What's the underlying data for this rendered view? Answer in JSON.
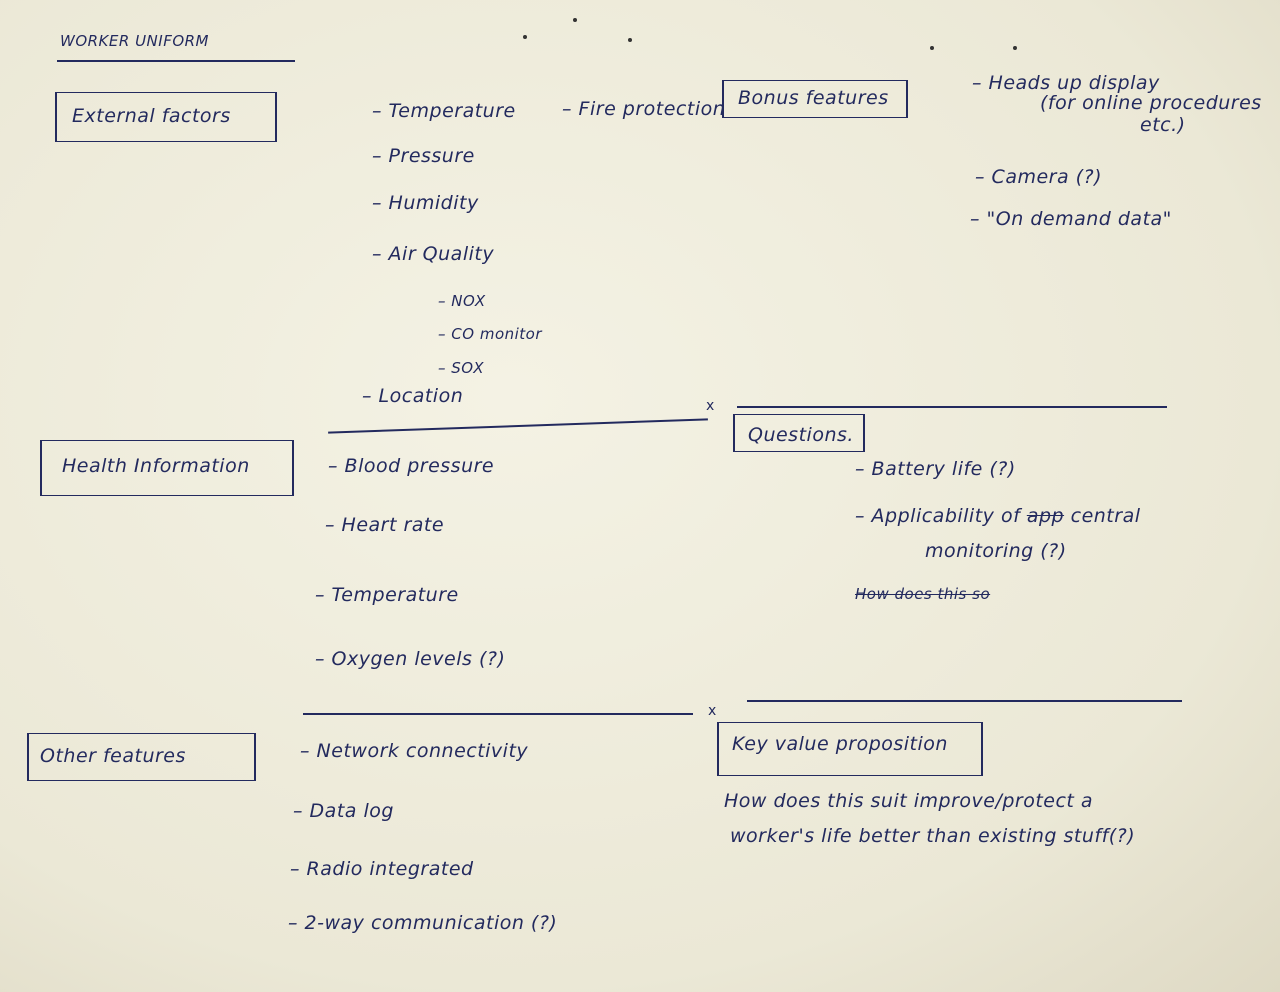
{
  "title": "WORKER UNIFORM",
  "sections": {
    "external": {
      "heading": "External factors",
      "items": [
        "Temperature",
        "Pressure",
        "Humidity",
        "Air Quality",
        "Location"
      ],
      "sub_items": [
        "NOX",
        "CO monitor",
        "SOX"
      ],
      "fire": "Fire protection"
    },
    "bonus": {
      "heading": "Bonus features",
      "items": [
        "Heads up display",
        "(for online procedures",
        "etc.)",
        "Camera (?)",
        "\"On demand data\""
      ]
    },
    "health": {
      "heading": "Health Information",
      "items": [
        "Blood pressure",
        "Heart rate",
        "Temperature",
        "Oxygen levels (?)"
      ]
    },
    "questions": {
      "heading": "Questions.",
      "items": [
        "Battery life (?)",
        "Applicability of",
        "app",
        "central",
        "monitoring (?)"
      ],
      "struck": "How does this so"
    },
    "other": {
      "heading": "Other features",
      "items": [
        "Network connectivity",
        "Data log",
        "Radio integrated",
        "2-way communication (?)"
      ]
    },
    "kvp": {
      "heading": "Key value proposition",
      "line1": "How does this suit improve/protect a",
      "line2": "worker's life better than existing stuff(?)"
    }
  },
  "marks": {
    "x": "x"
  }
}
